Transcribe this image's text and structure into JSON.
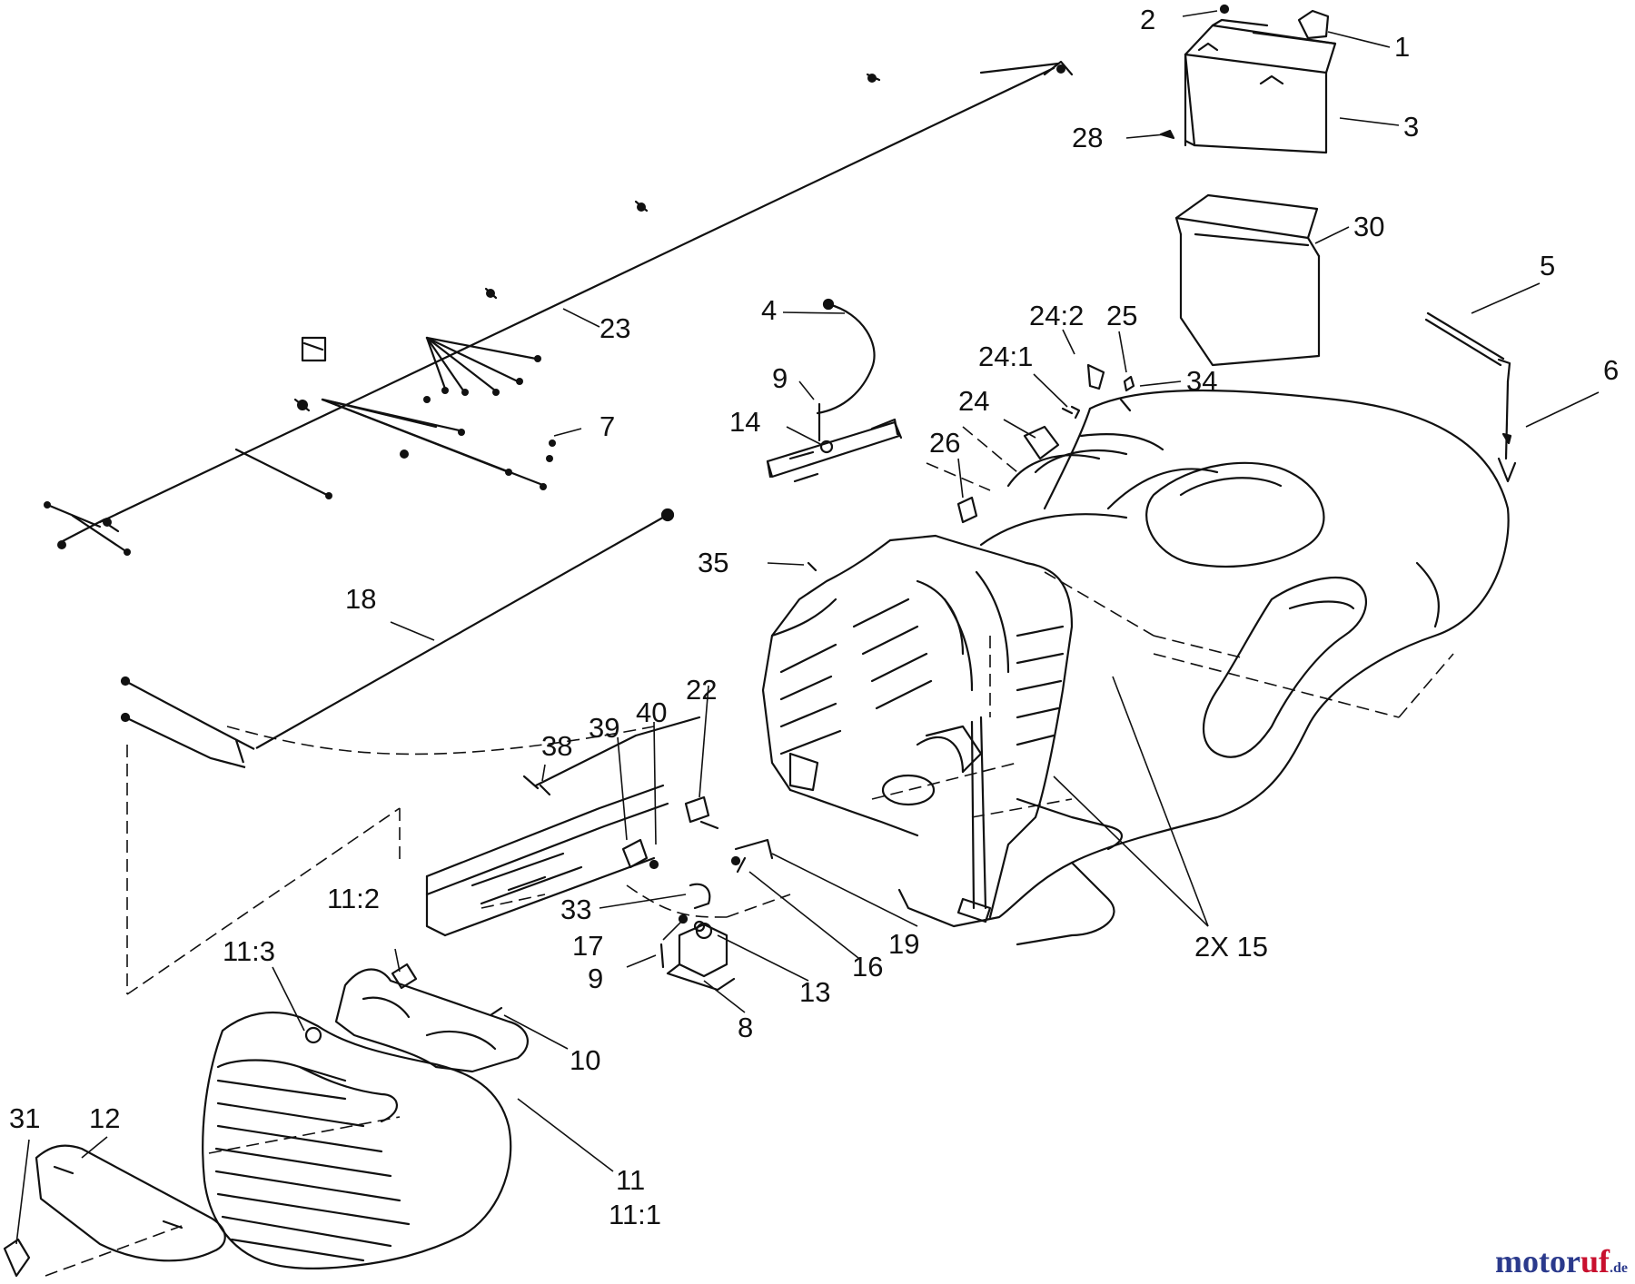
{
  "diagram": {
    "callouts": [
      "2",
      "1",
      "3",
      "28",
      "30",
      "5",
      "6",
      "23",
      "4",
      "24:2",
      "25",
      "24:1",
      "34",
      "9",
      "24",
      "7",
      "14",
      "26",
      "35",
      "18",
      "22",
      "38",
      "39",
      "40",
      "33",
      "17",
      "9",
      "11:2",
      "11:3",
      "13",
      "16",
      "19",
      "2X 15",
      "8",
      "10",
      "31",
      "12",
      "11",
      "11:1"
    ]
  },
  "watermark": {
    "part1": "motor",
    "part2": "uf",
    "part3": ".de"
  },
  "colors": {
    "line": "#111111",
    "watermark_blue": "#2b3a8c",
    "watermark_red": "#c8102e"
  }
}
